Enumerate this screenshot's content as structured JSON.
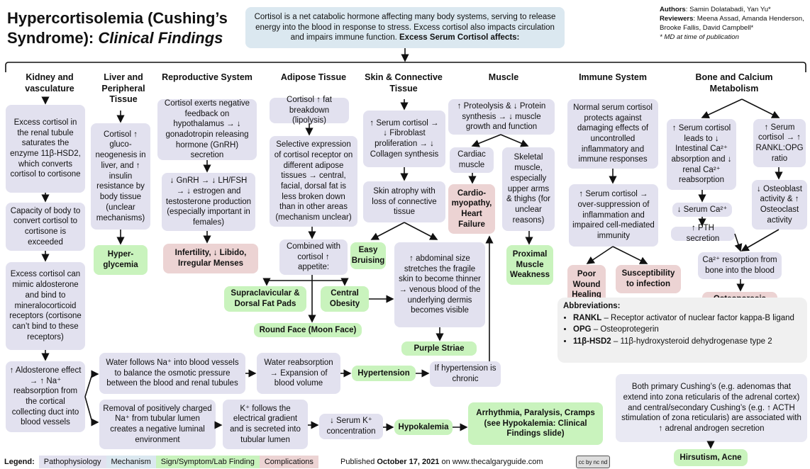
{
  "title": {
    "line1": "Hypercortisolemia (Cushing’s",
    "line2_plain": "Syndrome): ",
    "line2_italic": "Clinical Findings"
  },
  "intro": {
    "text": "Cortisol is a net catabolic hormone affecting many body systems, serving to release energy into the blood in response to stress. Excess cortisol also impacts circulation and impairs immune function.",
    "bold": "Excess Serum Cortisol affects:"
  },
  "authors": {
    "authors_label": "Authors",
    "authors": ": Samin Dolatabadi, Yan Yu*",
    "reviewers_label": "Reviewers",
    "reviewers": ": Meena Assad, Amanda Henderson, Brooke Fallis, David Campbell*",
    "note": "* MD at time of publication"
  },
  "headers": {
    "kidney": "Kidney and vasculature",
    "liver": "Liver and Peripheral Tissue",
    "repro": "Reproductive System",
    "adipose": "Adipose Tissue",
    "skin": "Skin & Connective Tissue",
    "muscle": "Muscle",
    "immune": "Immune System",
    "bone": "Bone and Calcium Metabolism"
  },
  "kidney": {
    "k1": "Excess cortisol in the renal tubule saturates the enzyme 11β-HSD2, which converts cortisol to cortisone",
    "k2": "Capacity of body to convert cortisol to cortisone is exceeded",
    "k3": "Excess cortisol can mimic aldosterone and bind to mineralocorticoid receptors (cortisone can’t bind to these receptors)",
    "k4": "↑ Aldosterone effect → ↑ Na⁺ reabsorption from the cortical collecting duct into blood vessels"
  },
  "liver": {
    "l1": "Cortisol ↑ gluco-neogenesis in liver, and ↑ insulin resistance by body tissue (unclear mechanisms)",
    "l2": "Hyper-glycemia"
  },
  "repro": {
    "r1": "Cortisol exerts negative feedback on hypothalamus → ↓ gonadotropin releasing hormone (GnRH) secretion",
    "r2": "↓ GnRH → ↓ LH/FSH → ↓ estrogen and testosterone production (especially important in females)",
    "r3": "Infertility, ↓ Libido, Irregular Menses"
  },
  "adipose": {
    "a1": "Cortisol ↑ fat breakdown (lipolysis)",
    "a2": "Selective expression of cortisol receptor on different adipose tissues → central, facial, dorsal fat is less broken down than in other areas (mechanism unclear)",
    "a3": "Combined with cortisol ↑ appetite:",
    "a4": "Supraclavicular & Dorsal Fat Pads",
    "a5": "Central Obesity",
    "a6": "Round Face (Moon Face)"
  },
  "skin": {
    "s1": "↑ Serum cortisol → ↓ Fibroblast proliferation → ↓ Collagen synthesis",
    "s2": "Skin atrophy with loss of connective tissue",
    "s3": "Easy Bruising",
    "s4": "↑ abdominal size stretches the fragile skin to become thinner → venous blood of the underlying dermis becomes visible",
    "s5": "Purple Striae"
  },
  "muscle": {
    "m1": "↑ Proteolysis & ↓ Protein synthesis → ↓ muscle growth and function",
    "m2": "Cardiac muscle",
    "m3": "Skeletal muscle, especially upper arms & thighs (for unclear reasons)",
    "m4": "Cardio-myopathy, Heart Failure",
    "m5": "Proximal Muscle Weakness"
  },
  "immune": {
    "i1": "Normal serum cortisol protects against damaging effects of uncontrolled inflammatory and immune responses",
    "i2": "↑ Serum cortisol → over-suppression of inflammation and impaired cell-mediated immunity",
    "i3": "Poor Wound Healing",
    "i4": "Susceptibility to infection"
  },
  "bone": {
    "b1": "↑ Serum cortisol leads to ↓ Intestinal Ca²⁺ absorption and ↓ renal Ca²⁺ reabsorption",
    "b2": "↑ Serum cortisol → ↑ RANKL:OPG ratio",
    "b3": "↓ Serum Ca²⁺",
    "b4": "↑ PTH secretion",
    "b5": "↓ Osteoblast activity & ↑ Osteoclast activity",
    "b6": "Ca²⁺ resorption from bone into the blood",
    "b7": "Osteoporosis"
  },
  "flow": {
    "w1": "Water follows Na⁺ into blood vessels to balance the osmotic pressure between the blood and renal tubules",
    "w2": "Water reabsorption → Expansion of blood volume",
    "w3": "Hypertension",
    "w4": "If hypertension is chronic",
    "p1": "Removal of positively charged Na⁺ from tubular lumen creates a negative luminal environment",
    "p2": "K⁺ follows the electrical gradient and is secreted into tubular lumen",
    "p3": "↓ Serum K⁺ concentration",
    "p4": "Hypokalemia",
    "p5": "Arrhythmia, Paralysis, Cramps (see Hypokalemia: Clinical Findings slide)"
  },
  "abbreviations": {
    "label": "Abbreviations:",
    "items": [
      {
        "term": "RANKL",
        "def": " – Receptor activator of nuclear factor kappa-B ligand"
      },
      {
        "term": "OPG",
        "def": " –  Osteoprotegerin"
      },
      {
        "term": "11β-HSD2",
        "def": " – 11β-hydroxysteroid dehydrogenase type 2"
      }
    ]
  },
  "androgen": {
    "text": "Both primary Cushing’s (e.g. adenomas that extend into zona reticularis of the adrenal cortex) and central/secondary Cushing’s (e.g. ↑ ACTH stimulation of zona reticularis) are associated with ↑ adrenal androgen secretion",
    "result": "Hirsutism, Acne"
  },
  "legend": {
    "label": "Legend:",
    "items": [
      "Pathophysiology",
      "Mechanism",
      "Sign/Symptom/Lab Finding",
      "Complications"
    ],
    "colors": [
      "#e2e1ef",
      "#dbe8f0",
      "#c9f3bd",
      "#ecd3d3"
    ]
  },
  "publication": {
    "prefix": "Published ",
    "date": "October 17, 2021",
    "suffix": " on www.thecalgaryguide.com"
  },
  "license_badge": "cc by nc nd"
}
